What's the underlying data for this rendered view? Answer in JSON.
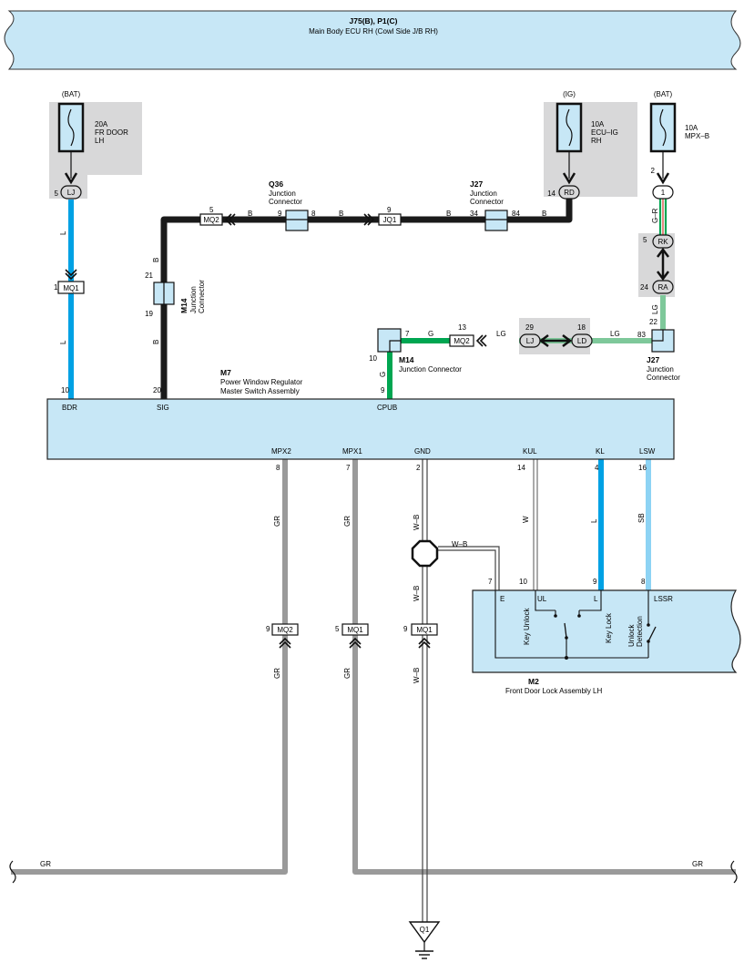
{
  "top_bus": {
    "code": "J75(B), P1(C)",
    "name": "Main Body ECU RH (Cowl Side J/B RH)"
  },
  "colors": {
    "box_fill": "#c7e7f6",
    "gray_zone": "#d8d8d9",
    "blue": "#00a1e4",
    "light_blue": "#8dd3f4",
    "green": "#00a651",
    "light_green": "#7ec89a",
    "gray_wire": "#9a9a9a",
    "black_wire": "#1a1a1a"
  },
  "fuses": {
    "fr_door": {
      "source": "(BAT)",
      "rating": "20A",
      "line1": "FR DOOR",
      "line2": "LH",
      "pin": "5",
      "connector": "LJ"
    },
    "ecu_ig": {
      "source": "(IG)",
      "rating": "10A",
      "line1": "ECU–IG",
      "line2": "RH",
      "pin": "14",
      "connector": "RD"
    },
    "mpx_b": {
      "source": "(BAT)",
      "rating": "10A",
      "line1": "MPX–B",
      "pin": "2",
      "connector": "1"
    }
  },
  "junctions": {
    "q36": {
      "code": "Q36",
      "l1": "Junction",
      "l2": "Connector",
      "pin_left": "9",
      "pin_right": "8"
    },
    "j27_top": {
      "code": "J27",
      "l1": "Junction",
      "l2": "Connector",
      "pin_left": "34",
      "pin_right": "84"
    },
    "m14_left": {
      "code": "M14",
      "l1": "Junction",
      "l2": "Connector",
      "pin_top": "21",
      "pin_bottom": "19"
    },
    "m14_mid": {
      "code": "M14",
      "name": "Junction Connector",
      "pin_right": "7",
      "pin_bottom": "10",
      "pin_low": "9"
    },
    "j27_right": {
      "code": "J27",
      "l1": "Junction",
      "l2": "Connector",
      "pin_top": "22",
      "pin_left": "83"
    }
  },
  "inline": {
    "mq2_top": {
      "pin": "5",
      "label": "MQ2"
    },
    "jq1": {
      "pin": "9",
      "label": "JQ1"
    },
    "mq1_left": {
      "pin": "1",
      "label": "MQ1"
    },
    "rk": {
      "pin": "5",
      "label": "RK"
    },
    "ra": {
      "pin": "24",
      "label": "RA"
    },
    "mq2_mid": {
      "pin": "13",
      "label": "MQ2"
    },
    "lj_mid": {
      "pin": "29",
      "label": "LJ"
    },
    "ld_mid": {
      "pin": "18",
      "label": "LD"
    },
    "mq2_low": {
      "pin": "9",
      "label": "MQ2"
    },
    "mq1_low_a": {
      "pin": "5",
      "label": "MQ1"
    },
    "mq1_low_b": {
      "pin": "9",
      "label": "MQ1"
    }
  },
  "wires": {
    "l": "L",
    "b": "B",
    "gr": "GR",
    "g_r": "G–R",
    "lg": "LG",
    "g": "G",
    "wb": "W–B",
    "w": "W",
    "sb": "SB"
  },
  "m7": {
    "code": "M7",
    "l1": "Power Window Regulator",
    "l2": "Master Switch Assembly",
    "top_pins": [
      {
        "num": "10",
        "name": "BDR"
      },
      {
        "num": "20",
        "name": "SIG"
      },
      {
        "num": "9",
        "name": "CPUB"
      }
    ],
    "bottom_pins": [
      {
        "num": "8",
        "name": "MPX2"
      },
      {
        "num": "7",
        "name": "MPX1"
      },
      {
        "num": "2",
        "name": "GND"
      },
      {
        "num": "14",
        "name": "KUL"
      },
      {
        "num": "4",
        "name": "KL"
      },
      {
        "num": "16",
        "name": "LSW"
      }
    ]
  },
  "m2": {
    "code": "M2",
    "name": "Front Door Lock Assembly LH",
    "pins": [
      {
        "num": "7",
        "name": "E"
      },
      {
        "num": "10",
        "name": "UL"
      },
      {
        "num": "9",
        "name": "L"
      },
      {
        "num": "8",
        "name": "LSSR"
      }
    ],
    "switches": {
      "unlock": "Key Unlock",
      "lock": "Key Lock",
      "detect1": "Unlock",
      "detect2": "Detection"
    }
  },
  "ground": {
    "label": "Q1"
  }
}
